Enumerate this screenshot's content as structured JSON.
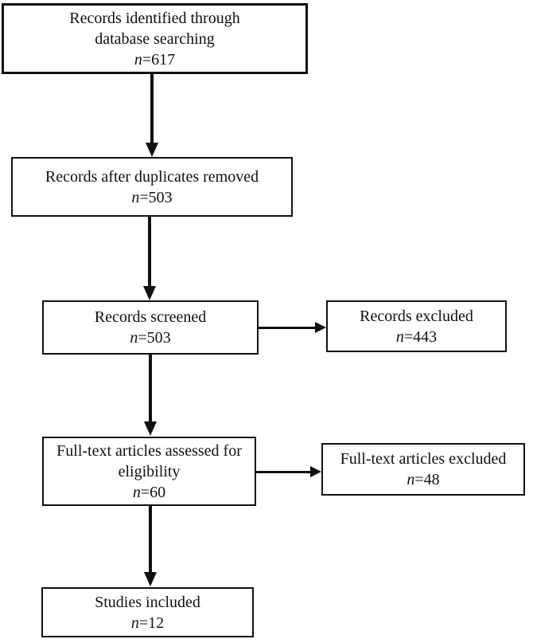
{
  "flowchart": {
    "colors": {
      "line": "#111111",
      "text": "#111111",
      "box_background": "#ffffff",
      "page_background": "#ffffff"
    },
    "nodes": {
      "identified": {
        "line1": "Records identified through",
        "line2": "database searching",
        "n_var": "n",
        "n_value": "=617"
      },
      "deduplicated": {
        "line1": "Records after duplicates removed",
        "n_var": "n",
        "n_value": "=503"
      },
      "screened": {
        "line1": "Records screened",
        "n_var": "n",
        "n_value": "=503"
      },
      "records_excluded": {
        "line1": "Records excluded",
        "n_var": "n",
        "n_value": "=443"
      },
      "fulltext_assessed": {
        "line1": "Full-text articles assessed for",
        "line2": "eligibility",
        "n_var": "n",
        "n_value": "=60"
      },
      "fulltext_excluded": {
        "line1": "Full-text articles excluded",
        "n_var": "n",
        "n_value": "=48"
      },
      "included": {
        "line1": "Studies included",
        "n_var": "n",
        "n_value": "=12"
      }
    }
  }
}
